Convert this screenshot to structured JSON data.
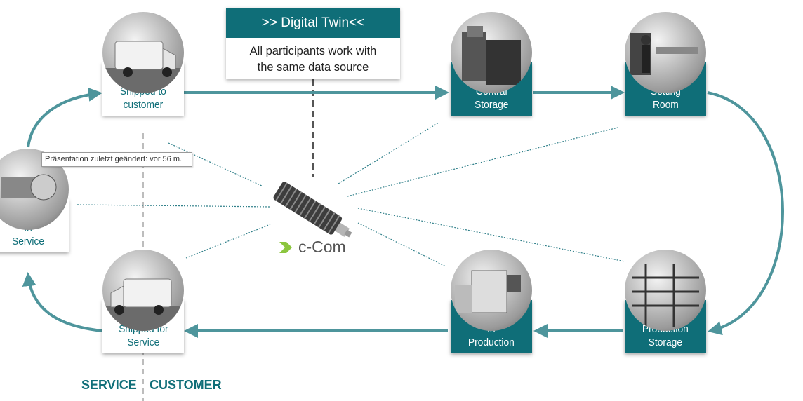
{
  "digital_twin": {
    "title": ">> Digital Twin<<",
    "body_line1": "All participants work with",
    "body_line2": "the same data source"
  },
  "nodes": [
    {
      "id": "shipped-to-customer",
      "label": "Shipped to\ncustomer",
      "style": "white",
      "photo": "van-photo"
    },
    {
      "id": "central-storage",
      "label": "Central\nStorage",
      "style": "teal",
      "photo": "storage-cabinet-photo"
    },
    {
      "id": "setting-room",
      "label": "Setting\nRoom",
      "style": "teal",
      "photo": "setting-room-photo"
    },
    {
      "id": "production-storage",
      "label": "Production\nStorage",
      "style": "teal",
      "photo": "shelving-photo"
    },
    {
      "id": "in-production",
      "label": "In\nProduction",
      "style": "teal",
      "photo": "machine-photo"
    },
    {
      "id": "shipped-for-service",
      "label": "Shipped for\nService",
      "style": "white",
      "photo": "van-photo"
    },
    {
      "id": "in-service",
      "label": "In\nService",
      "style": "white",
      "photo": "grinding-photo"
    }
  ],
  "tooltip": "Präsentation zuletzt geändert: vor 56 m.",
  "bottom": {
    "service": "SERVICE",
    "customer": "CUSTOMER"
  },
  "logo": {
    "text": "c-Com"
  },
  "colors": {
    "teal": "#0f6e78",
    "arrow": "#4e959c",
    "logo_green": "#8cc63f"
  }
}
